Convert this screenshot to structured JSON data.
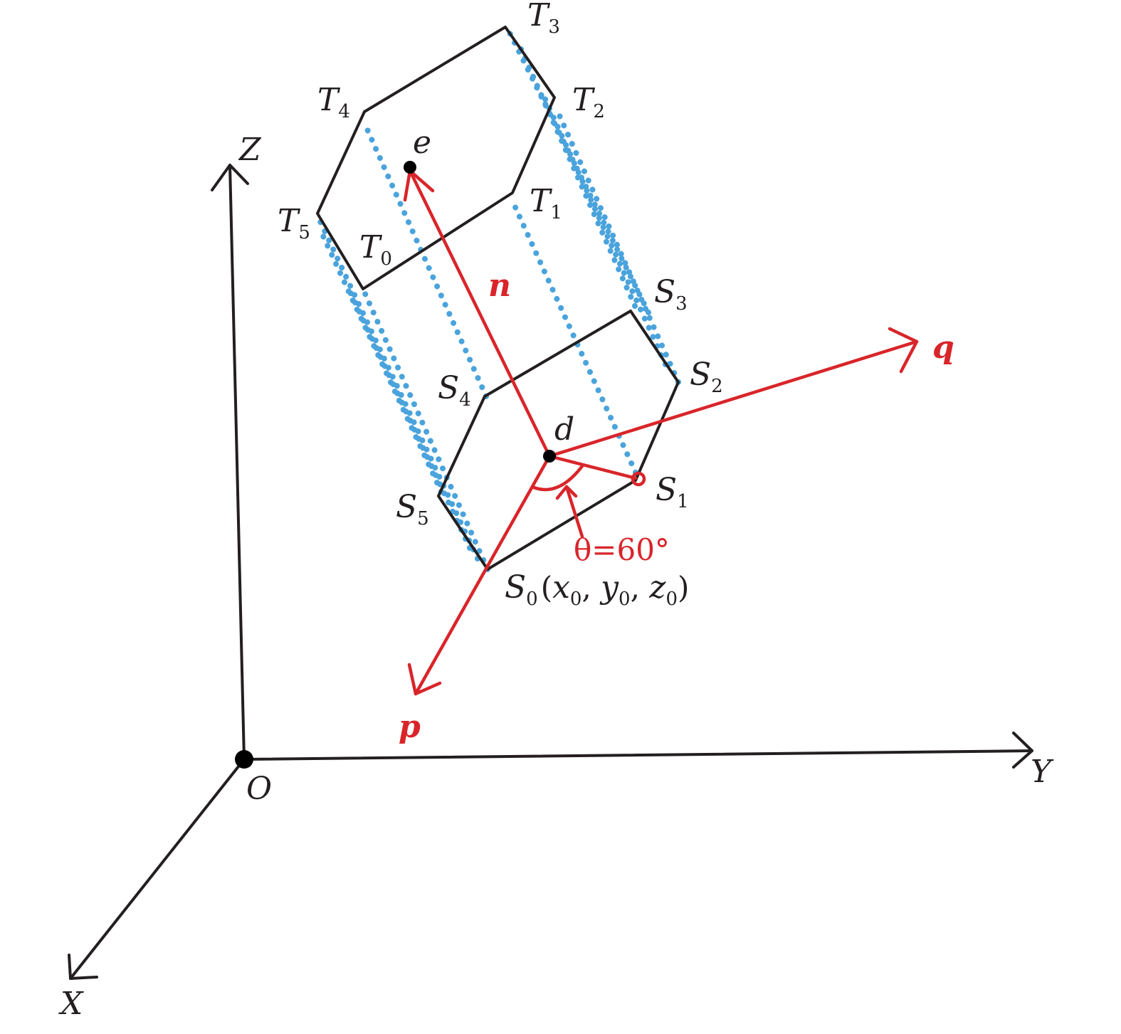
{
  "axes": {
    "x_label": "X",
    "y_label": "Y",
    "z_label": "Z",
    "origin_label": "O"
  },
  "top_hexagon": {
    "letter": "T",
    "vertices": [
      {
        "sub": "0"
      },
      {
        "sub": "1"
      },
      {
        "sub": "2"
      },
      {
        "sub": "3"
      },
      {
        "sub": "4"
      },
      {
        "sub": "5"
      }
    ]
  },
  "bottom_hexagon": {
    "letter": "S",
    "vertices": [
      {
        "sub": "0"
      },
      {
        "sub": "1"
      },
      {
        "sub": "2"
      },
      {
        "sub": "3"
      },
      {
        "sub": "4"
      },
      {
        "sub": "5"
      }
    ]
  },
  "s0_coord": {
    "open": " (",
    "x": "x",
    "y": "y",
    "z": "z",
    "sub": "0",
    "sep": ", ",
    "close": ")"
  },
  "vectors": {
    "n": "n",
    "p": "p",
    "q": "q"
  },
  "points": {
    "d": "d",
    "e": "e"
  },
  "angle_label": "θ=60°",
  "colors": {
    "frame": "#231f20",
    "vector": "#d9252a",
    "edge_dots": "#4aa3dc",
    "background": "#ffffff"
  }
}
